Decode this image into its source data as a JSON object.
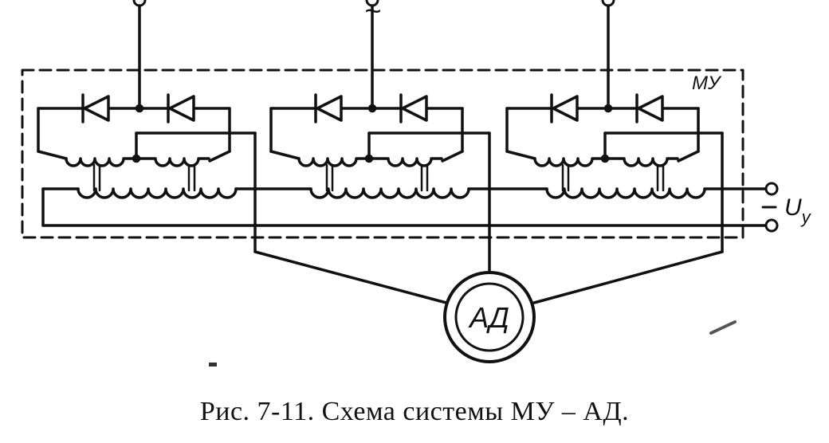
{
  "labels": {
    "box": "МУ",
    "ac_symbol": "~",
    "control_voltage": "U",
    "control_voltage_sub": "у",
    "motor": "АД",
    "minus_sign": "–"
  },
  "caption": "Рис. 7-11. Схема системы МУ – АД.",
  "colors": {
    "ink": "#111111",
    "paper": "#ffffff"
  }
}
